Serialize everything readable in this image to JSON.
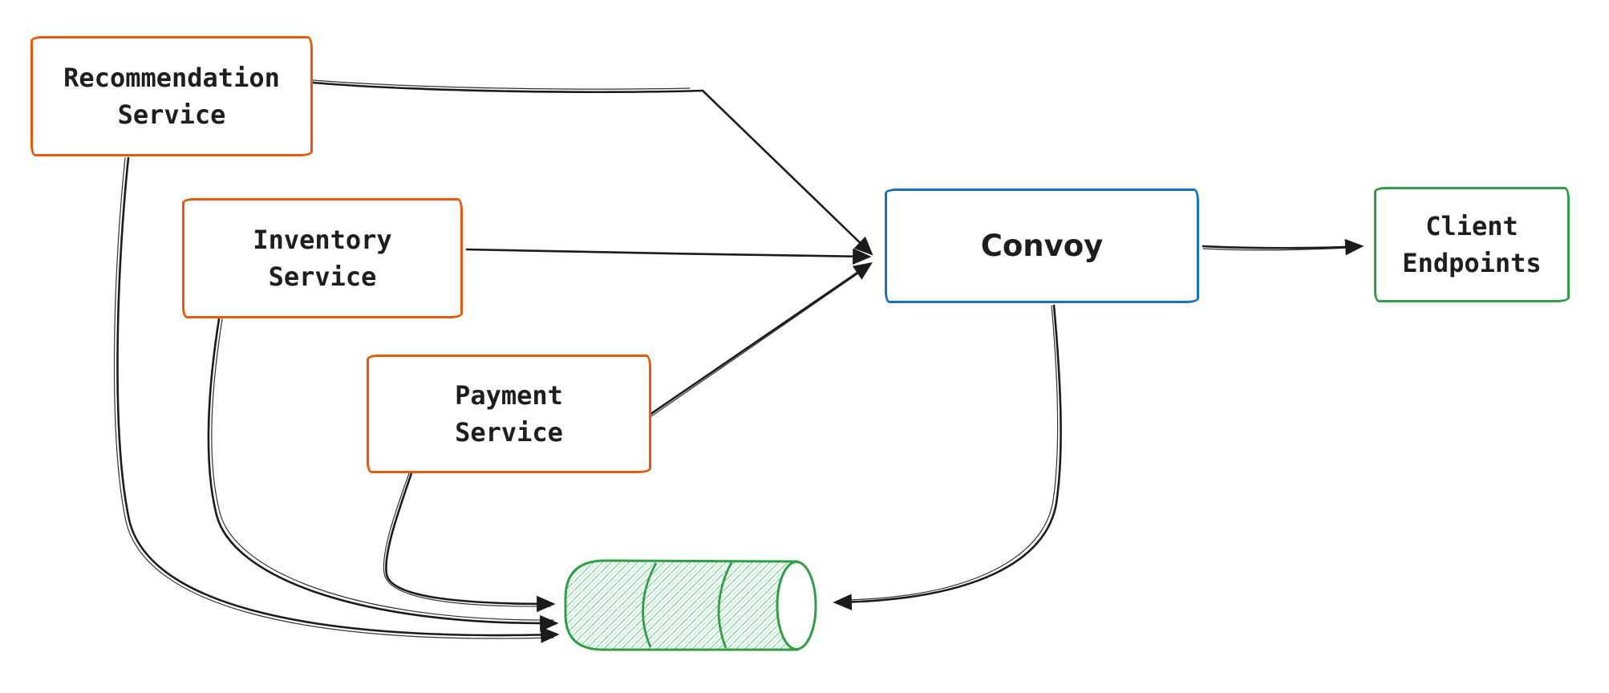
{
  "diagram": {
    "nodes": {
      "recommendation": {
        "label": "Recommendation\nService",
        "border_color": "#e8590c"
      },
      "inventory": {
        "label": "Inventory\nService",
        "border_color": "#e8590c"
      },
      "payment": {
        "label": "Payment\nService",
        "border_color": "#e8590c"
      },
      "convoy": {
        "label": "Convoy",
        "border_color": "#1971c2"
      },
      "client": {
        "label": "Client\nEndpoints",
        "border_color": "#2f9e44"
      }
    },
    "queue_cylinder": {
      "shape": "cylinder",
      "orientation": "horizontal",
      "segments": 3,
      "stroke_color": "#2f9e44",
      "hatch_color": "#80d89a"
    },
    "edges": [
      {
        "from": "recommendation-service",
        "to": "convoy"
      },
      {
        "from": "inventory-service",
        "to": "convoy"
      },
      {
        "from": "payment-service",
        "to": "convoy"
      },
      {
        "from": "convoy",
        "to": "client-endpoints"
      },
      {
        "from": "convoy",
        "to": "queue-cylinder"
      },
      {
        "from": "recommendation-service",
        "to": "queue-cylinder"
      },
      {
        "from": "inventory-service",
        "to": "queue-cylinder"
      },
      {
        "from": "payment-service",
        "to": "queue-cylinder"
      }
    ],
    "colors": {
      "edge": "#1b1b1b",
      "text": "#1e1e1e",
      "background": "#ffffff",
      "service_border": "#e8590c",
      "convoy_border": "#1971c2",
      "client_border": "#2f9e44",
      "cylinder_stroke": "#2f9e44",
      "cylinder_hatch": "#80d89a"
    }
  }
}
